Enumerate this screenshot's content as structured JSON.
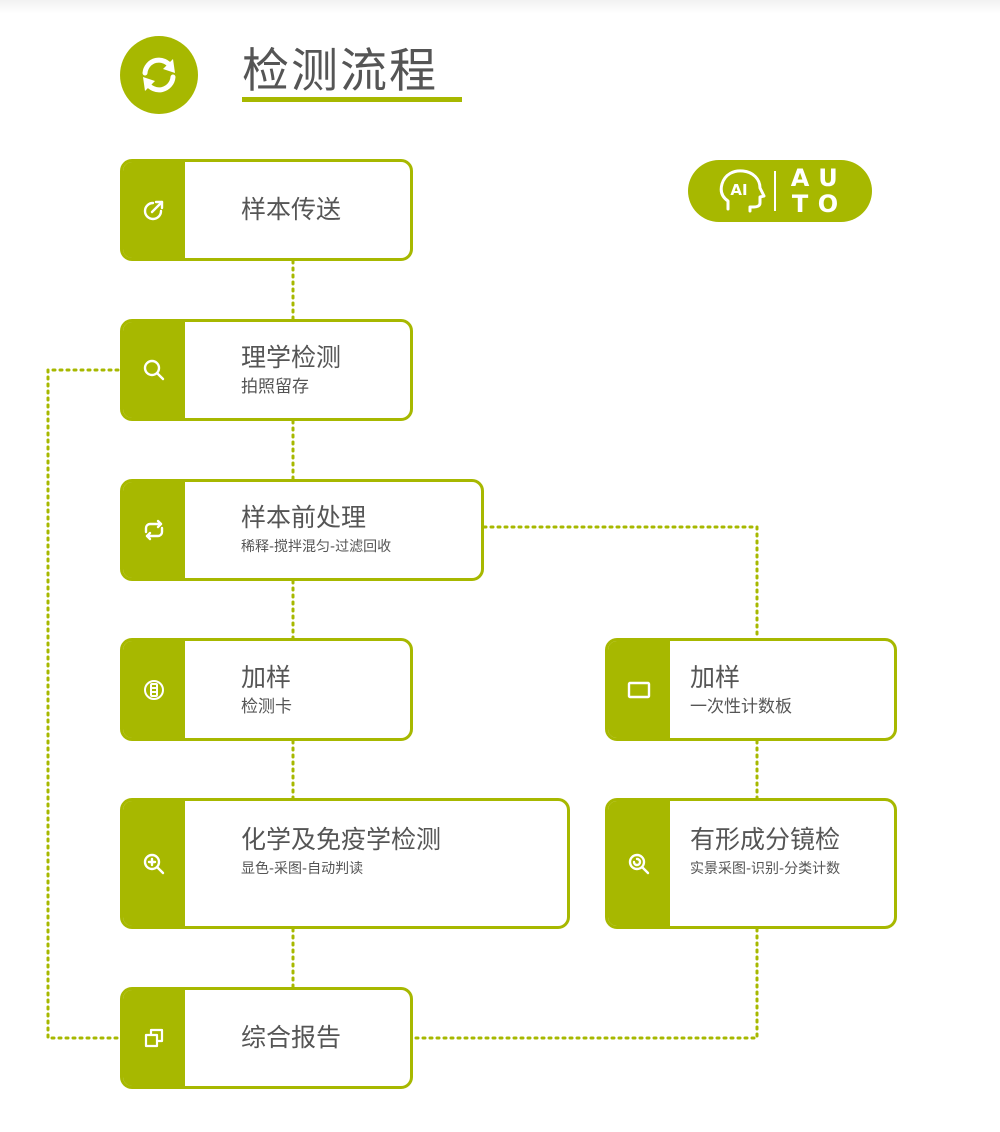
{
  "header": {
    "title": "检测流程"
  },
  "badge": {
    "ai": "AI",
    "auto": [
      "A",
      "U",
      "T",
      "O"
    ]
  },
  "steps": [
    {
      "id": "sample-transfer",
      "label": "样本传送",
      "sublabel": "",
      "icon": "share-arrow-icon"
    },
    {
      "id": "physical-test",
      "label": "理学检测",
      "sublabel": "拍照留存",
      "icon": "search-icon"
    },
    {
      "id": "pretreatment",
      "label": "样本前处理",
      "sublabel": "稀释-搅拌混匀-过滤回收",
      "icon": "cycle-arrows-icon"
    },
    {
      "id": "add-sample-card",
      "label": "加样",
      "sublabel": "检测卡",
      "icon": "test-card-icon"
    },
    {
      "id": "add-sample-plate",
      "label": "加样",
      "sublabel": "一次性计数板",
      "icon": "counting-plate-icon"
    },
    {
      "id": "chem-immuno-test",
      "label": "化学及免疫学检测",
      "sublabel": "显色-采图-自动判读",
      "icon": "zoom-in-icon"
    },
    {
      "id": "microscopy",
      "label": "有形成分镜检",
      "sublabel": "实景采图-识别-分类计数",
      "icon": "zoom-scan-icon"
    },
    {
      "id": "report",
      "label": "综合报告",
      "sublabel": "",
      "icon": "copy-icon"
    }
  ],
  "colors": {
    "accent": "#a7b800",
    "text": "#555555",
    "background": "#ffffff"
  }
}
